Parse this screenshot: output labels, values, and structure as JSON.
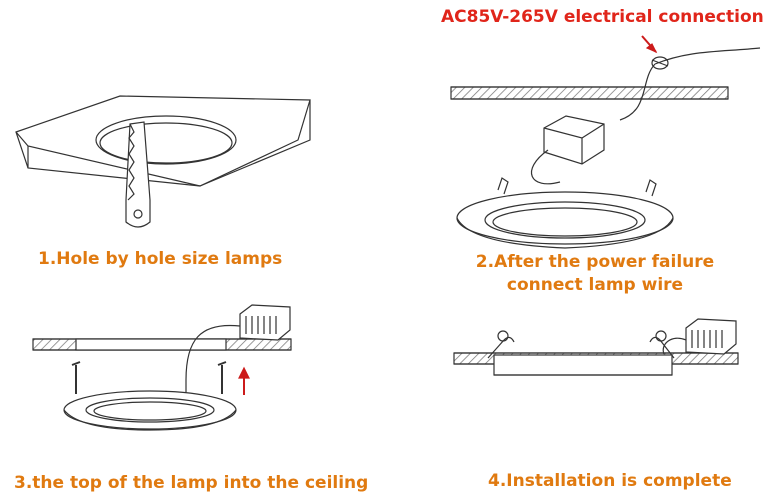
{
  "captions": {
    "top": "AC85V-265V electrical connection",
    "step1": "1.Hole by hole size lamps",
    "step2_line1": "2.After the power failure",
    "step2_line2": "connect lamp wire",
    "step3": "3.the top of the lamp into the ceiling",
    "step4": "4.Installation is complete"
  },
  "colors": {
    "caption": "#e07a10",
    "caption_top": "#e0251a",
    "arrow": "#cc1b1b",
    "line": "#333333"
  }
}
